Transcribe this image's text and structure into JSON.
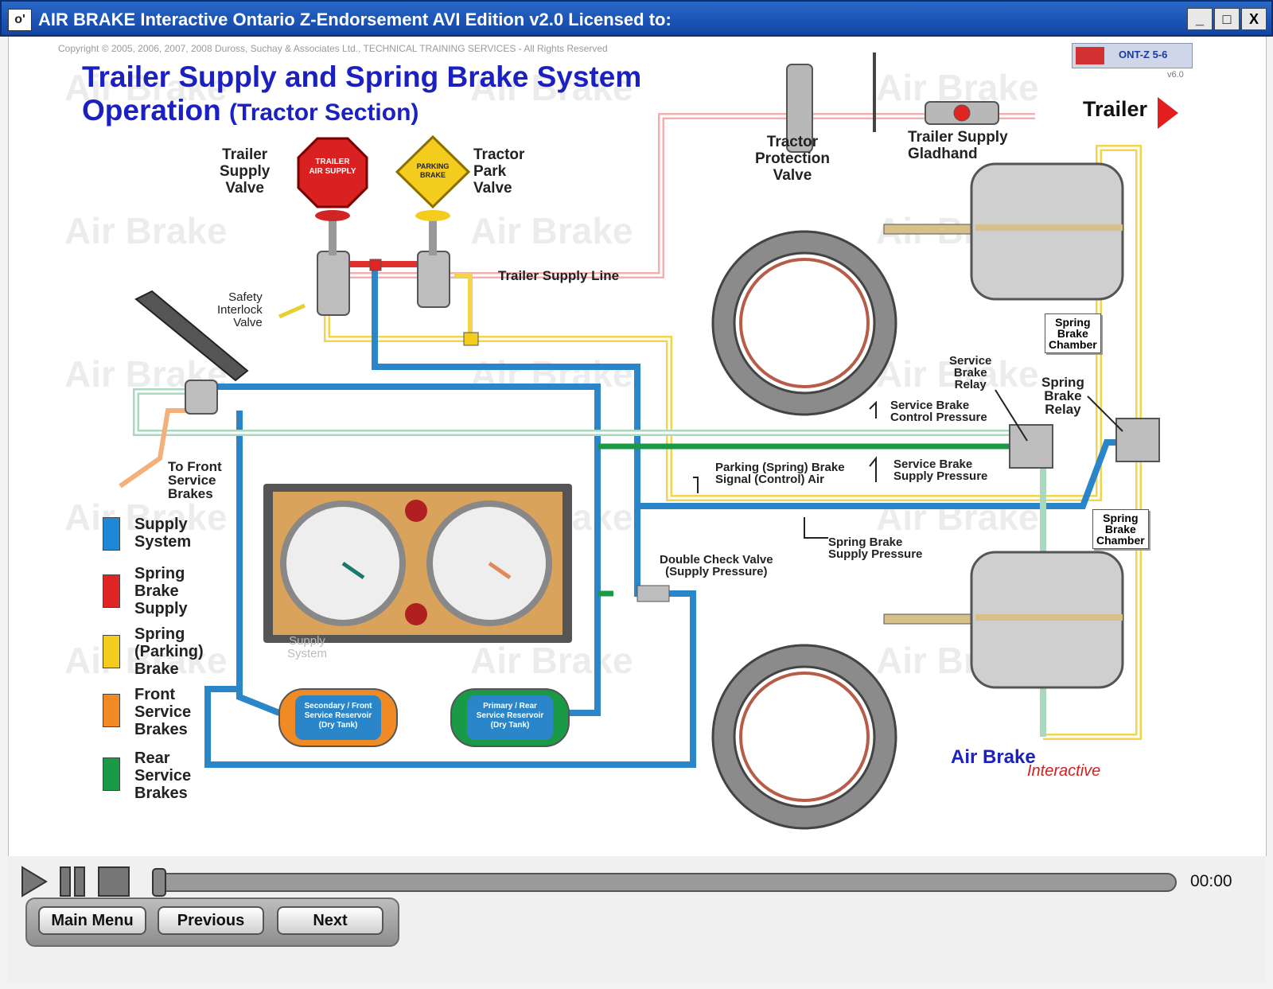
{
  "window": {
    "title": "AIR BRAKE Interactive Ontario Z-Endorsement AVI Edition v2.0  Licensed to:",
    "app_icon": "o'",
    "controls": {
      "minimize": "_",
      "maximize": "□",
      "close": "X"
    }
  },
  "slide": {
    "copyright": "Copyright © 2005, 2006, 2007, 2008  Duross, Suchay & Associates Ltd., TECHNICAL TRAINING SERVICES - All Rights Reserved",
    "title_line1": "Trailer Supply and Spring Brake System",
    "title_line2_main": "Operation",
    "title_line2_sub": "(Tractor Section)",
    "badge": "ONT-Z 5-6",
    "version": "v6.0",
    "trailer_label": "Trailer",
    "labels": {
      "trailer_supply_valve": "Trailer\nSupply\nValve",
      "tractor_park_valve": "Tractor\nPark\nValve",
      "tractor_protection_valve": "Tractor\nProtection\nValve",
      "trailer_supply_gladhand": "Trailer Supply\nGladhand",
      "trailer_supply_line": "Trailer Supply Line",
      "safety_interlock_valve": "Safety\nInterlock\nValve",
      "to_front_service_brakes": "To Front\nService\nBrakes",
      "service_brake_relay": "Service\nBrake\nRelay",
      "spring_brake_relay": "Spring\nBrake\nRelay",
      "spring_brake_chamber_top": "Spring\nBrake\nChamber",
      "spring_brake_chamber_bottom": "Spring\nBrake\nChamber",
      "service_brake_control_pressure": "Service Brake\nControl Pressure",
      "service_brake_supply_pressure": "Service Brake\nSupply Pressure",
      "parking_brake_signal": "Parking (Spring) Brake\nSignal (Control) Air",
      "spring_brake_supply_pressure": "Spring Brake\nSupply Pressure",
      "double_check_valve": "Double Check Valve\n(Supply Pressure)",
      "secondary_tank": "Secondary / Front\nService Reservoir\n(Dry Tank)",
      "primary_tank": "Primary / Rear\nService Reservoir\n(Dry Tank)",
      "supply_system_ghost": "Supply\nSystem",
      "trailer_knob_text": "TRAILER\nAIR SUPPLY",
      "park_knob_text": "PARKING\nBRAKE",
      "logo_main": "Air Brake",
      "logo_sub": "Interactive"
    },
    "legend": [
      {
        "label": "Supply\nSystem",
        "color": "#1e88d6"
      },
      {
        "label": "Spring\nBrake\nSupply",
        "color": "#e02424"
      },
      {
        "label": "Spring\n(Parking)\nBrake",
        "color": "#f4cc1e"
      },
      {
        "label": "Front\nService\nBrakes",
        "color": "#f08a24"
      },
      {
        "label": "Rear\nService\nBrakes",
        "color": "#1a9a46"
      }
    ],
    "colors": {
      "supply": "#2a86c8",
      "spring_supply": "#e03030",
      "parking": "#f2d54a",
      "front_service": "#f08a24",
      "rear_service": "#1a9a46",
      "title": "#1b20c0"
    }
  },
  "player": {
    "icons": [
      "play-icon",
      "pause-icon",
      "stop-icon"
    ],
    "time": "00:00",
    "progress": 0
  },
  "nav": {
    "main_menu": "Main Menu",
    "previous": "Previous",
    "next": "Next"
  }
}
